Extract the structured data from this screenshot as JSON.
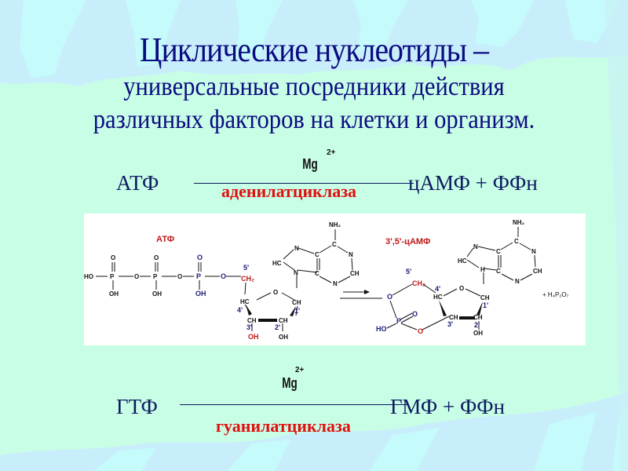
{
  "title": {
    "line1": "Циклические нуклеотиды –",
    "line2": "универсальные посредники действия",
    "line3": "различных факторов на клетки и организм."
  },
  "reaction1": {
    "substrate": "АТФ",
    "cofactor": "Mg",
    "cofactor_charge": "2+",
    "enzyme": "аденилатциклаза",
    "products": "цАМФ + ФФн"
  },
  "scheme": {
    "left_label": "АТФ",
    "right_label": "3',5'-цАМФ",
    "byproduct": "+ H4P2O7",
    "atoms": {
      "nh2": "NH2",
      "n": "N",
      "c": "C",
      "hc": "HC",
      "ch": "CH",
      "o": "O",
      "p": "P",
      "oh": "OH",
      "ho": "HO",
      "ch2": "CH2",
      "h": "H"
    },
    "positions": [
      "5'",
      "4'",
      "3'",
      "2'",
      "1'"
    ],
    "colors": {
      "label_red": "#c01818",
      "position_blue": "#1a1a7a",
      "atom_black": "#111111"
    }
  },
  "reaction2": {
    "substrate": "ГТФ",
    "cofactor": "Mg",
    "cofactor_charge": "2+",
    "enzyme": "гуанилатциклаза",
    "products": "ГМФ + ФФн"
  },
  "colors": {
    "title": "#0b0b80",
    "equation": "#0b1a5e",
    "enzyme": "#e01010",
    "background_mint": "#c8fde6",
    "background_blue_streak": "#c9eefb",
    "background_cyan": "#c5fbfb"
  }
}
